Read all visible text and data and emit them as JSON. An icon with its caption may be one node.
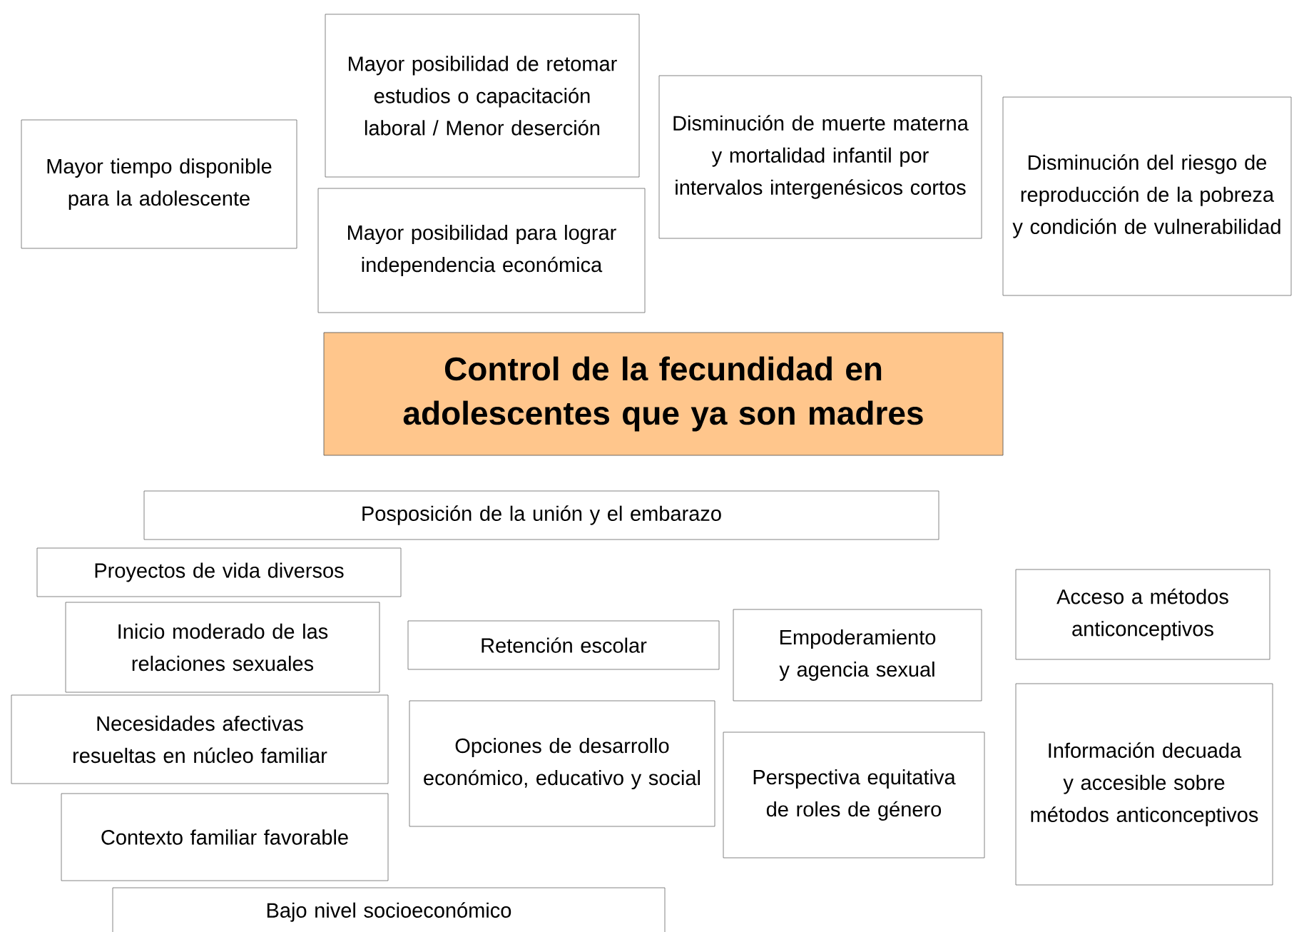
{
  "diagram": {
    "nodes": [
      {
        "text": [
          "Mayor tiempo disponible para la adolescente"
        ]
      },
      {
        "text": [
          "Mayor posibilidad de retomar estudios o capacitación laboral / Menor deserción"
        ]
      },
      {
        "text": [
          "Mayor posibilidad para lograr independencia económica"
        ]
      },
      {
        "text": [
          "Disminución de muerte materna y mortalidad infantil por intervalos intergenésicos cortos"
        ]
      },
      {
        "text": [
          "Disminución del riesgo de reproducción de la pobreza y condición de vulnerabilidad"
        ]
      },
      {
        "text": [
          "Control de la fecundidad en adolescentes que ya son madres"
        ]
      },
      {
        "text": [
          "Posposición de la unión y el embarazo"
        ]
      },
      {
        "text": [
          "Proyectos de vida diversos"
        ]
      },
      {
        "text": [
          "Inicio moderado de las relaciones sexuales"
        ]
      },
      {
        "text": [
          "Retención escolar"
        ]
      },
      {
        "text": [
          "Empoderamiento y agencia sexual"
        ]
      },
      {
        "text": [
          "Acceso a métodos anticonceptivos"
        ]
      },
      {
        "text": [
          "Necesidades afectivas resueltas en núcleo familiar"
        ]
      },
      {
        "text": [
          "Opciones de desarrollo económico, educativo y social"
        ]
      },
      {
        "text": [
          "Perspectiva equitativa de roles de género"
        ]
      },
      {
        "text": [
          "Información decuada y accesible sobre métodos anticonceptivos"
        ]
      },
      {
        "text": [
          "Contexto familiar favorable"
        ]
      },
      {
        "text": [
          "Bajo nivel socioeconómico"
        ]
      }
    ]
  }
}
